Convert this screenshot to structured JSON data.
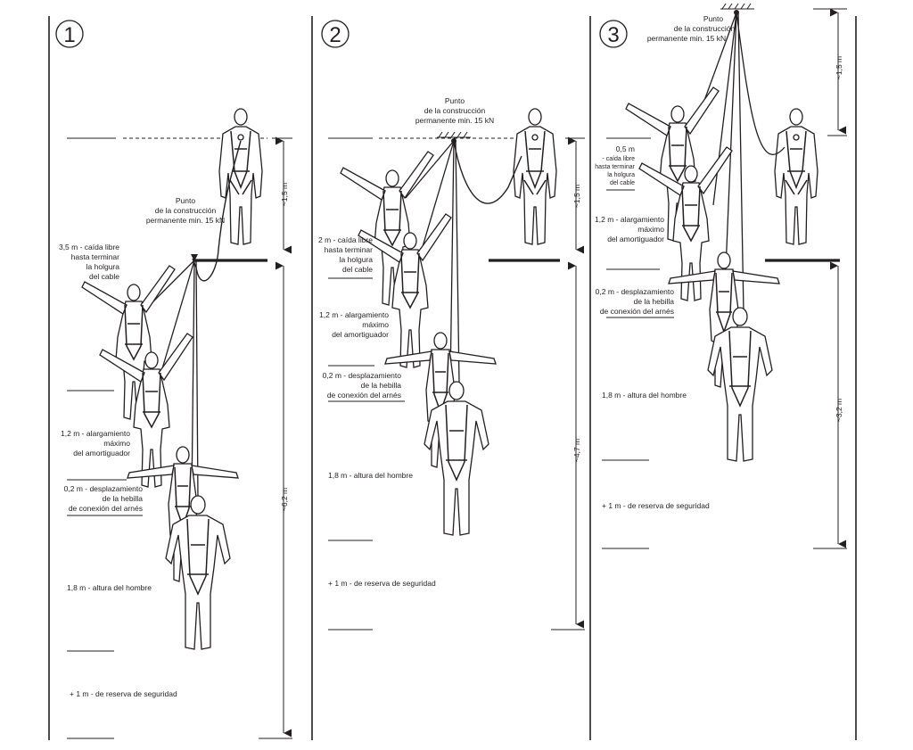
{
  "panels": [
    {
      "number": "1",
      "anchor_label": [
        "Punto",
        "de la construcción",
        "permanente  min. 15 kN"
      ],
      "free_fall": [
        "3,5 m - caída libre",
        "hasta terminar",
        "la holgura",
        "del cable"
      ],
      "absorber": [
        "1,2 m - alargamiento",
        "máximo",
        "del amortiguador"
      ],
      "buckle": [
        "0,2 m - desplazamiento",
        "de la hebilla",
        "de conexión del arnés"
      ],
      "shoulder": "1,8 m - altura del hombre",
      "reserve": "+ 1 m - de reserva de seguridad",
      "dim_top": "~1,5 m",
      "dim_total": "~6,2 m"
    },
    {
      "number": "2",
      "anchor_label": [
        "Punto",
        "de la construcción",
        "permanente  min. 15 kN"
      ],
      "free_fall": [
        "2 m - caída libre",
        "hasta terminar",
        "la holgura",
        "del cable"
      ],
      "absorber": [
        "1,2 m - alargamiento",
        "máximo",
        "del amortiguador"
      ],
      "buckle": [
        "0,2 m - desplazamiento",
        "de la hebilla",
        "de conexión del arnés"
      ],
      "shoulder": "1,8 m - altura del hombre",
      "reserve": "+ 1 m - de reserva de seguridad",
      "dim_top": "~1,5 m",
      "dim_total": "~4,7 m"
    },
    {
      "number": "3",
      "anchor_label": [
        "Punto",
        "de la construcción",
        "permanente  min. 15 kN"
      ],
      "free_fall": [
        "0,5 m",
        "- caída libre",
        "hasta terminar",
        "la holgura",
        "del cable"
      ],
      "absorber": [
        "1,2 m - alargamiento",
        "máximo",
        "del amortiguador"
      ],
      "buckle": [
        "0,2 m - desplazamiento",
        "de la hebilla",
        "de conexión del arnés"
      ],
      "shoulder": "1,8 m - altura del hombre",
      "reserve": "+ 1 m - de reserva de seguridad",
      "dim_top": "~1,5 m",
      "dim_total": "~3,2 m"
    }
  ]
}
